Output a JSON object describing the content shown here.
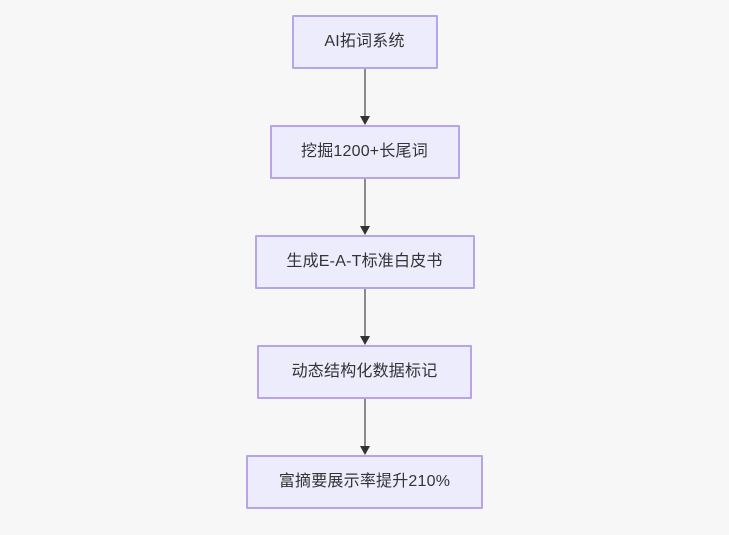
{
  "diagram": {
    "type": "flowchart",
    "orientation": "top-to-bottom",
    "background_color": "#f7f7f8",
    "node_fill_color": "#ececfd",
    "node_border_color": "#b9a4e8",
    "node_text_color": "#333333",
    "edge_line_color": "#8a8a8a",
    "edge_arrow_color": "#333333",
    "nodes": [
      {
        "id": "n1",
        "label": "AI拓词系统"
      },
      {
        "id": "n2",
        "label": "挖掘1200+长尾词"
      },
      {
        "id": "n3",
        "label": "生成E-A-T标准白皮书"
      },
      {
        "id": "n4",
        "label": "动态结构化数据标记"
      },
      {
        "id": "n5",
        "label": "富摘要展示率提升210%"
      }
    ],
    "edges": [
      {
        "from": "n1",
        "to": "n2",
        "arrow": "arrow-down-icon"
      },
      {
        "from": "n2",
        "to": "n3",
        "arrow": "arrow-down-icon"
      },
      {
        "from": "n3",
        "to": "n4",
        "arrow": "arrow-down-icon"
      },
      {
        "from": "n4",
        "to": "n5",
        "arrow": "arrow-down-icon"
      }
    ]
  }
}
